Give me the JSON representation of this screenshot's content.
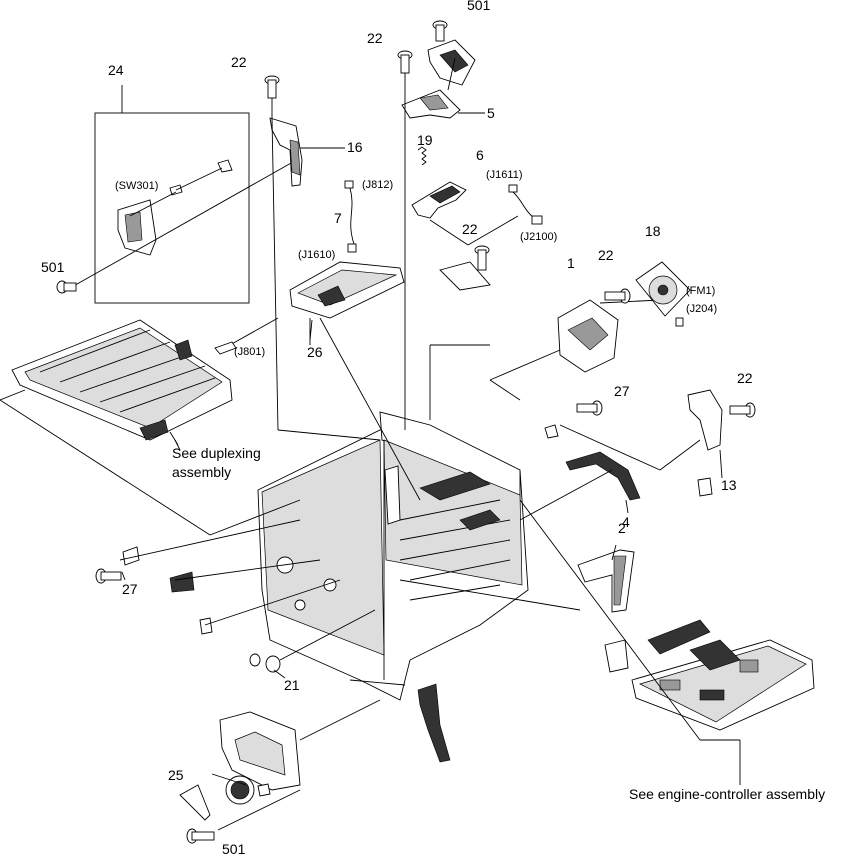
{
  "labels": {
    "n501_top": "501",
    "n22_top": "22",
    "n24": "24",
    "n22_left": "22",
    "n5": "5",
    "n16": "16",
    "n19": "19",
    "n6": "6",
    "n7": "7",
    "n501_left": "501",
    "n22_mid": "22",
    "n18": "18",
    "n1": "1",
    "n22_fan": "22",
    "n26": "26",
    "n27_right": "27",
    "n22_right": "22",
    "n13": "13",
    "n4": "4",
    "n2": "2",
    "n27_left": "27",
    "n21": "21",
    "n25": "25",
    "n501_bottom": "501"
  },
  "connectors": {
    "sw301": "(SW301)",
    "j812": "(J812)",
    "j1610": "(J1610)",
    "j1611": "(J1611)",
    "j2100": "(J2100)",
    "fm1": "(FM1)",
    "j204": "(J204)",
    "j801": "(J801)"
  },
  "notes": {
    "duplex_line1": "See duplexing",
    "duplex_line2": "assembly",
    "engine": "See engine-controller assembly"
  }
}
